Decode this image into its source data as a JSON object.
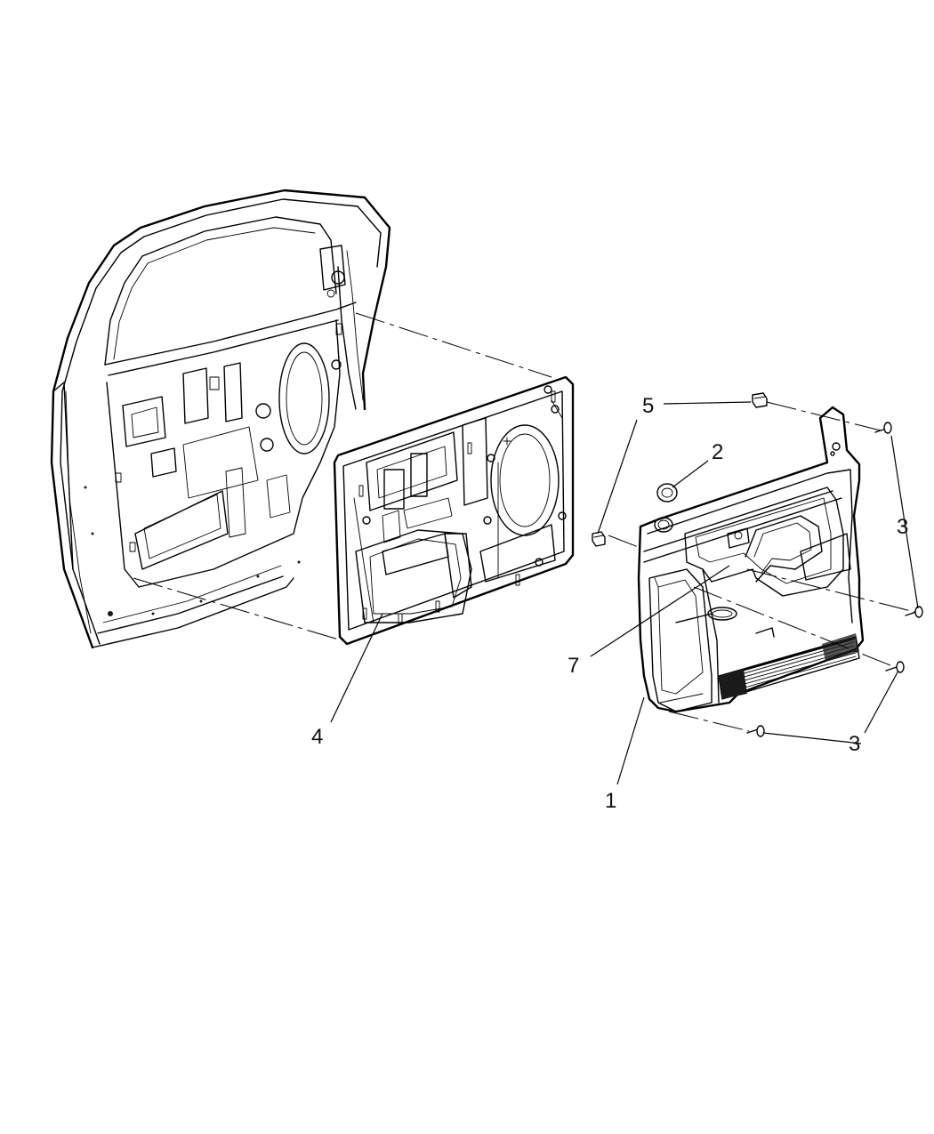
{
  "diagram": {
    "callouts": {
      "c1": "1",
      "c2": "2",
      "c3a": "3",
      "c3b": "3",
      "c4": "4",
      "c5": "5",
      "c7": "7"
    },
    "colors": {
      "line": "#000000",
      "background": "#ffffff"
    }
  }
}
